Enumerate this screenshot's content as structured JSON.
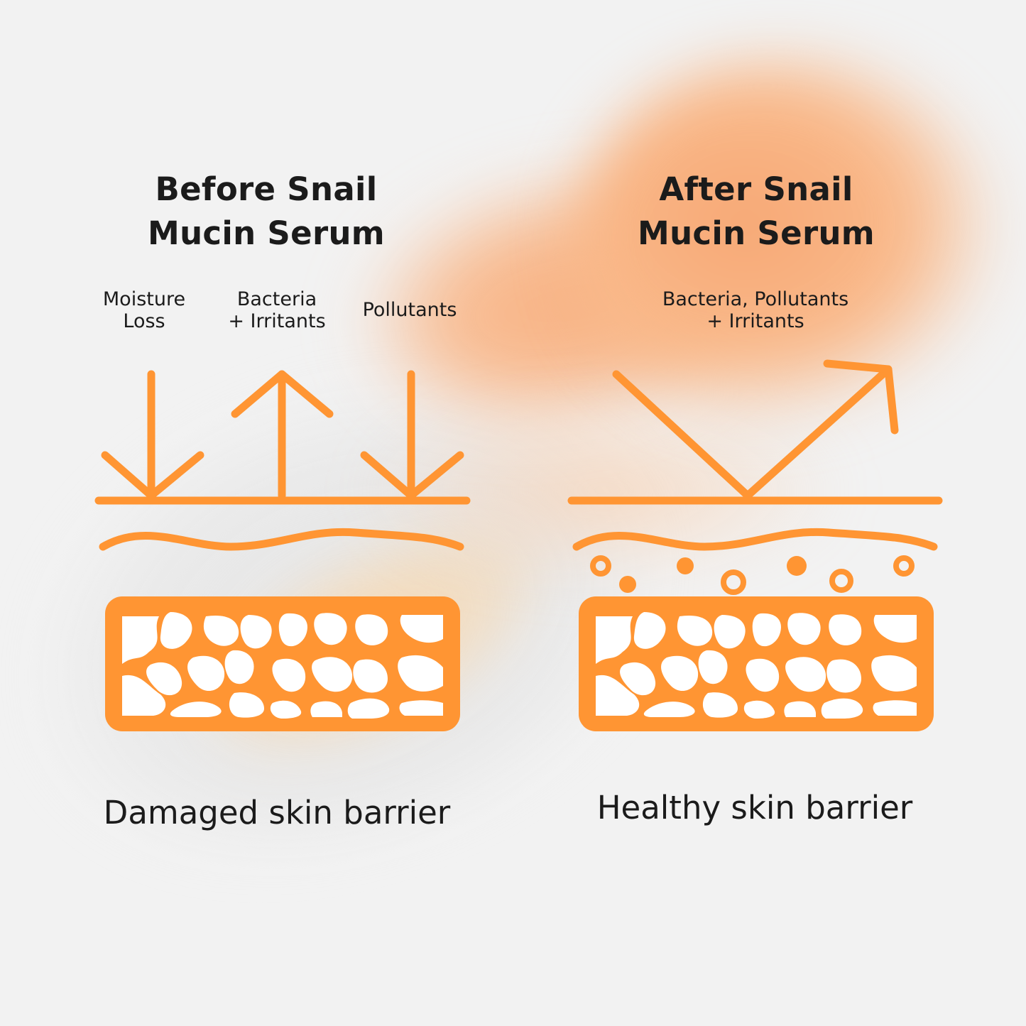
{
  "colors": {
    "accent": "#ff9533",
    "text": "#1b1b1b",
    "background": "#f2f2f2"
  },
  "before": {
    "title": "Before Snail\nMucin Serum",
    "labels": {
      "moisture_loss": "Moisture\nLoss",
      "bacteria_irritants": "Bacteria\n+ Irritants",
      "pollutants": "Pollutants"
    },
    "caption": "Damaged skin barrier"
  },
  "after": {
    "title": "After Snail\nMucin Serum",
    "labels": {
      "bacteria_pollutants_irritants": "Bacteria, Pollutants\n+ Irritants"
    },
    "caption": "Healthy skin barrier"
  }
}
